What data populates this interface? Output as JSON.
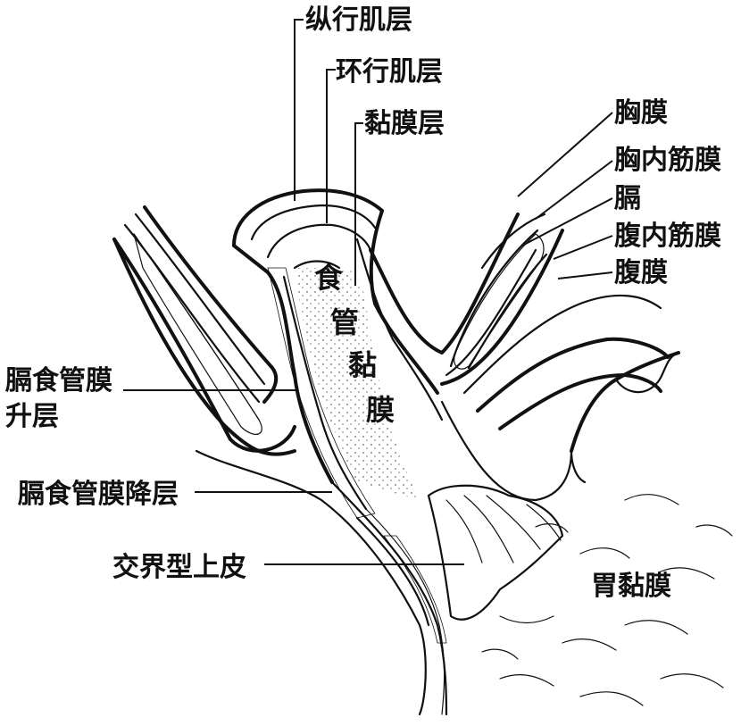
{
  "labels": {
    "longitudinal_muscle": "纵行肌层",
    "circular_muscle": "环行肌层",
    "mucosa": "黏膜层",
    "pleura": "胸膜",
    "endothoracic_fascia": "胸内筋膜",
    "diaphragm": "膈",
    "endoabdominal_fascia": "腹内筋膜",
    "peritoneum": "腹膜",
    "pel_ascending_line1": "膈食管膜",
    "pel_ascending_line2": "升层",
    "pel_descending": "膈食管膜降层",
    "transitional_epithelium": "交界型上皮",
    "gastric_mucosa": "胃黏膜",
    "esophageal_mucosa_1": "食",
    "esophageal_mucosa_2": "管",
    "esophageal_mucosa_3": "黏",
    "esophageal_mucosa_4": "膜"
  }
}
